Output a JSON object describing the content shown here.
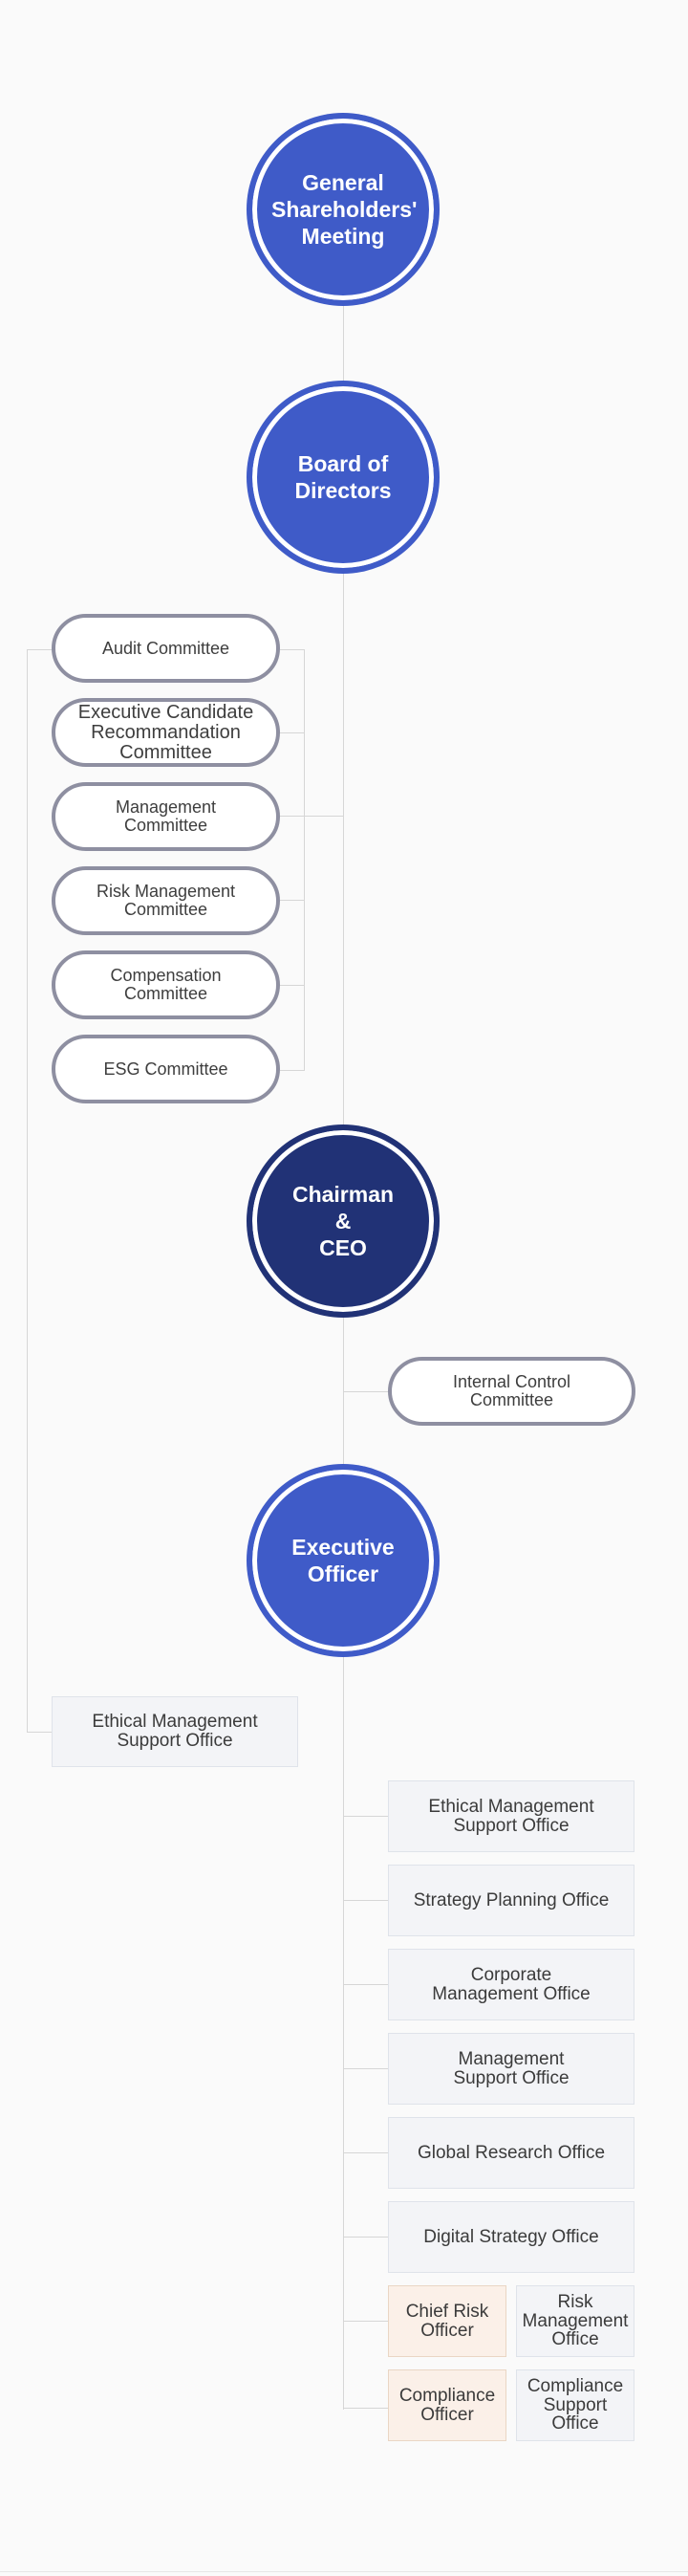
{
  "diagram": {
    "nodes": {
      "general_meeting": "General\nShareholders'\nMeeting",
      "board": "Board of\nDirectors",
      "chairman": "Chairman\n&\nCEO",
      "executive": "Executive\nOfficer"
    },
    "committees": [
      "Audit Committee",
      "Executive Candidate\nRecommandation\nCommittee",
      "Management\nCommittee",
      "Risk Management\nCommittee",
      "Compensation\nCommittee",
      "ESG Committee"
    ],
    "internal_control": "Internal Control\nCommittee",
    "left_office": "Ethical Management\nSupport Office",
    "offices": [
      "Ethical Management\nSupport Office",
      "Strategy Planning Office",
      "Corporate\nManagement Office",
      "Management\nSupport Office",
      "Global Research Office",
      "Digital Strategy Office"
    ],
    "risk_group": {
      "officer": "Chief Risk\nOfficer",
      "support": "Risk\nManagement\nOffice"
    },
    "compliance_group": {
      "officer": "Compliance\nOfficer",
      "support": "Compliance\nSupport\nOffice"
    }
  }
}
